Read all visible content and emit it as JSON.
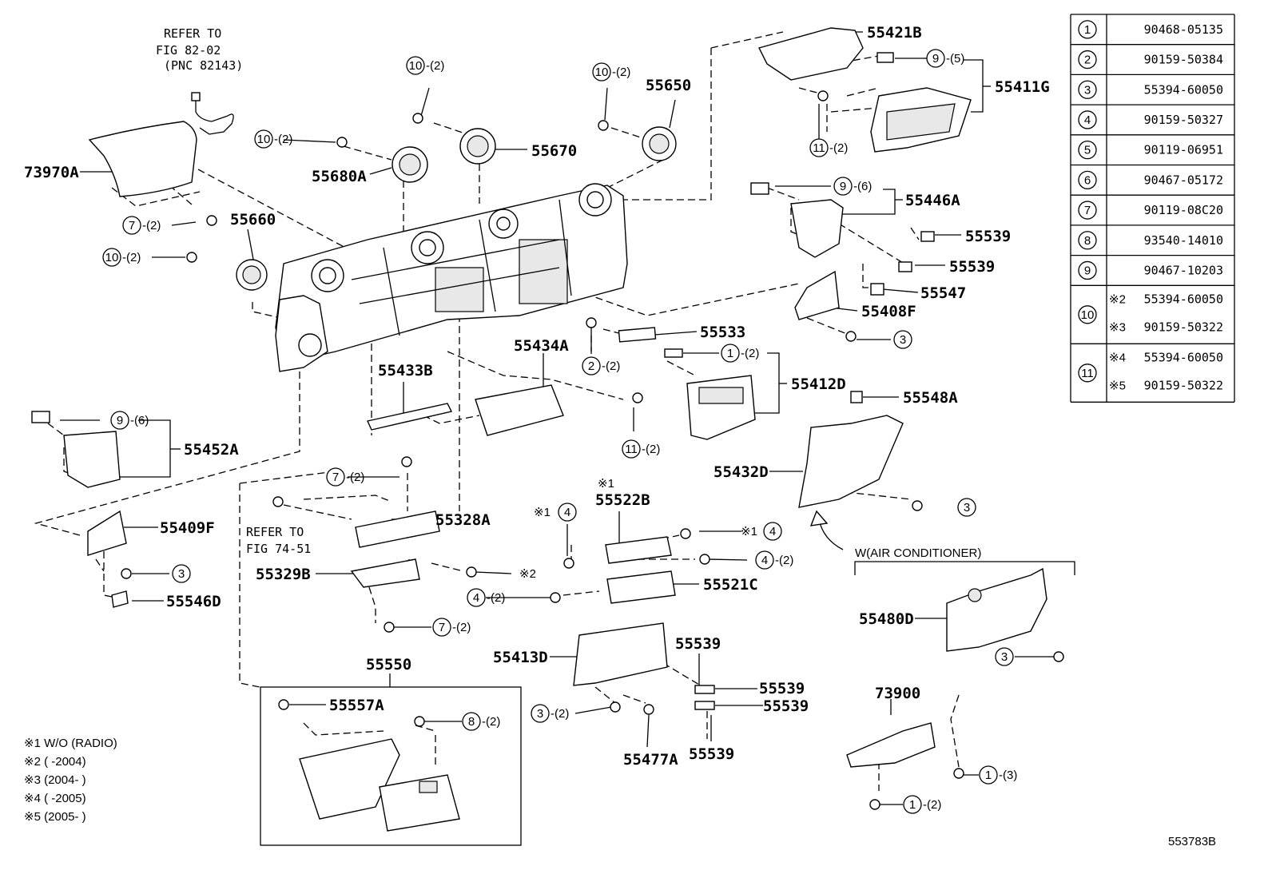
{
  "refs": {
    "top_ref": [
      "REFER TO",
      "FIG 82-02",
      "(PNC 82143)"
    ],
    "mid_ref": [
      "REFER TO",
      "FIG 74-51"
    ]
  },
  "labels": {
    "p73970A": "73970A",
    "p55680A": "55680A",
    "p55670": "55670",
    "p55650": "55650",
    "p55660": "55660",
    "p55421B": "55421B",
    "p55411G": "55411G",
    "p55446A": "55446A",
    "p55539_a": "55539",
    "p55539_b": "55539",
    "p55547": "55547",
    "p55408F": "55408F",
    "p55533": "55533",
    "p55434A": "55434A",
    "p55433B": "55433B",
    "p55412D": "55412D",
    "p55548A": "55548A",
    "p55452A": "55452A",
    "p55432D": "55432D",
    "p55522B": "55522B",
    "p55328A": "55328A",
    "p55409F": "55409F",
    "p55329B": "55329B",
    "p55521C": "55521C",
    "p55546D": "55546D",
    "p55480D": "55480D",
    "p55550": "55550",
    "p55413D": "55413D",
    "p55539_c": "55539",
    "p55539_d": "55539",
    "p55539_e": "55539",
    "p55539_f": "55539",
    "p55557A": "55557A",
    "p55477A": "55477A",
    "p73900": "73900",
    "w_air": "W(AIR CONDITIONER)",
    "note_mark1": "※1",
    "figure_code": "553783B"
  },
  "callouts": {
    "c10_a": {
      "num": "10",
      "qty": "-(2)"
    },
    "c10_b": {
      "num": "10",
      "qty": "-(2)"
    },
    "c10_c": {
      "num": "10",
      "qty": "-(2)"
    },
    "c10_d": {
      "num": "10",
      "qty": "-(2)"
    },
    "c9_a": {
      "num": "9",
      "qty": "-(5)"
    },
    "c11_a": {
      "num": "11",
      "qty": "-(2)"
    },
    "c9_b": {
      "num": "9",
      "qty": "-(6)"
    },
    "c7_a": {
      "num": "7",
      "qty": "-(2)"
    },
    "c3_a": {
      "num": "3",
      "qty": ""
    },
    "c2_a": {
      "num": "2",
      "qty": "-(2)"
    },
    "c1_a": {
      "num": "1",
      "qty": "-(2)"
    },
    "c11_b": {
      "num": "11",
      "qty": "-(2)"
    },
    "c9_c": {
      "num": "9",
      "qty": "-(6)"
    },
    "c7_b": {
      "num": "7",
      "qty": "-(2)"
    },
    "c4_a": {
      "num": "4",
      "qty": "",
      "prefix": "※1"
    },
    "c4_b": {
      "num": "4",
      "qty": "",
      "prefix": "※1"
    },
    "c3_b": {
      "num": "3",
      "qty": ""
    },
    "c4_c": {
      "num": "4",
      "qty": "-(2)"
    },
    "c3_c": {
      "num": "3",
      "qty": ""
    },
    "c4_d": {
      "num": "4",
      "qty": "-(2)"
    },
    "c7_c": {
      "num": "7",
      "qty": "-(2)"
    },
    "c3_d": {
      "num": "3",
      "qty": ""
    },
    "c3_e": {
      "num": "3",
      "qty": "-(2)"
    },
    "c8_a": {
      "num": "8",
      "qty": "-(2)"
    },
    "c1_b": {
      "num": "1",
      "qty": "-(3)"
    },
    "c1_c": {
      "num": "1",
      "qty": "-(2)"
    },
    "x2_mark": "※2"
  },
  "parts_table": [
    {
      "num": "1",
      "lines": [
        {
          "prefix": "",
          "code": "90468-05135"
        }
      ]
    },
    {
      "num": "2",
      "lines": [
        {
          "prefix": "",
          "code": "90159-50384"
        }
      ]
    },
    {
      "num": "3",
      "lines": [
        {
          "prefix": "",
          "code": "55394-60050"
        }
      ]
    },
    {
      "num": "4",
      "lines": [
        {
          "prefix": "",
          "code": "90159-50327"
        }
      ]
    },
    {
      "num": "5",
      "lines": [
        {
          "prefix": "",
          "code": "90119-06951"
        }
      ]
    },
    {
      "num": "6",
      "lines": [
        {
          "prefix": "",
          "code": "90467-05172"
        }
      ]
    },
    {
      "num": "7",
      "lines": [
        {
          "prefix": "",
          "code": "90119-08C20"
        }
      ]
    },
    {
      "num": "8",
      "lines": [
        {
          "prefix": "",
          "code": "93540-14010"
        }
      ]
    },
    {
      "num": "9",
      "lines": [
        {
          "prefix": "",
          "code": "90467-10203"
        }
      ]
    },
    {
      "num": "10",
      "lines": [
        {
          "prefix": "※2",
          "code": "55394-60050"
        },
        {
          "prefix": "※3",
          "code": "90159-50322"
        }
      ]
    },
    {
      "num": "11",
      "lines": [
        {
          "prefix": "※4",
          "code": "55394-60050"
        },
        {
          "prefix": "※5",
          "code": "90159-50322"
        }
      ]
    }
  ],
  "notes": [
    "※1  W/O (RADIO)",
    "※2 (        -2004)",
    "※3 (2004-        )",
    "※4 (        -2005)",
    "※5 (2005-        )"
  ]
}
